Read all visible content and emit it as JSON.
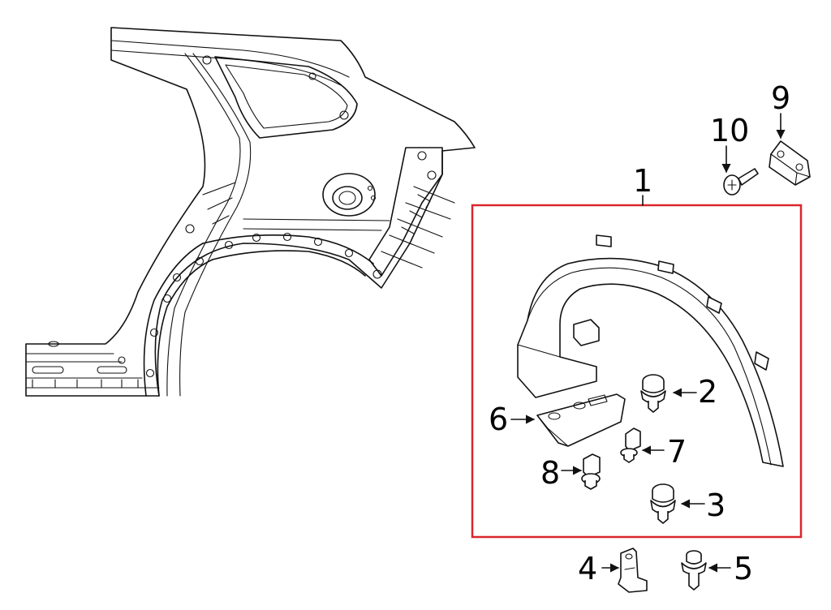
{
  "callouts": {
    "c1": "1",
    "c2": "2",
    "c3": "3",
    "c4": "4",
    "c5": "5",
    "c6": "6",
    "c7": "7",
    "c8": "8",
    "c9": "9",
    "c10": "10"
  },
  "colors": {
    "group_box": "#d9262c",
    "line": "#111111",
    "background": "#ffffff"
  }
}
